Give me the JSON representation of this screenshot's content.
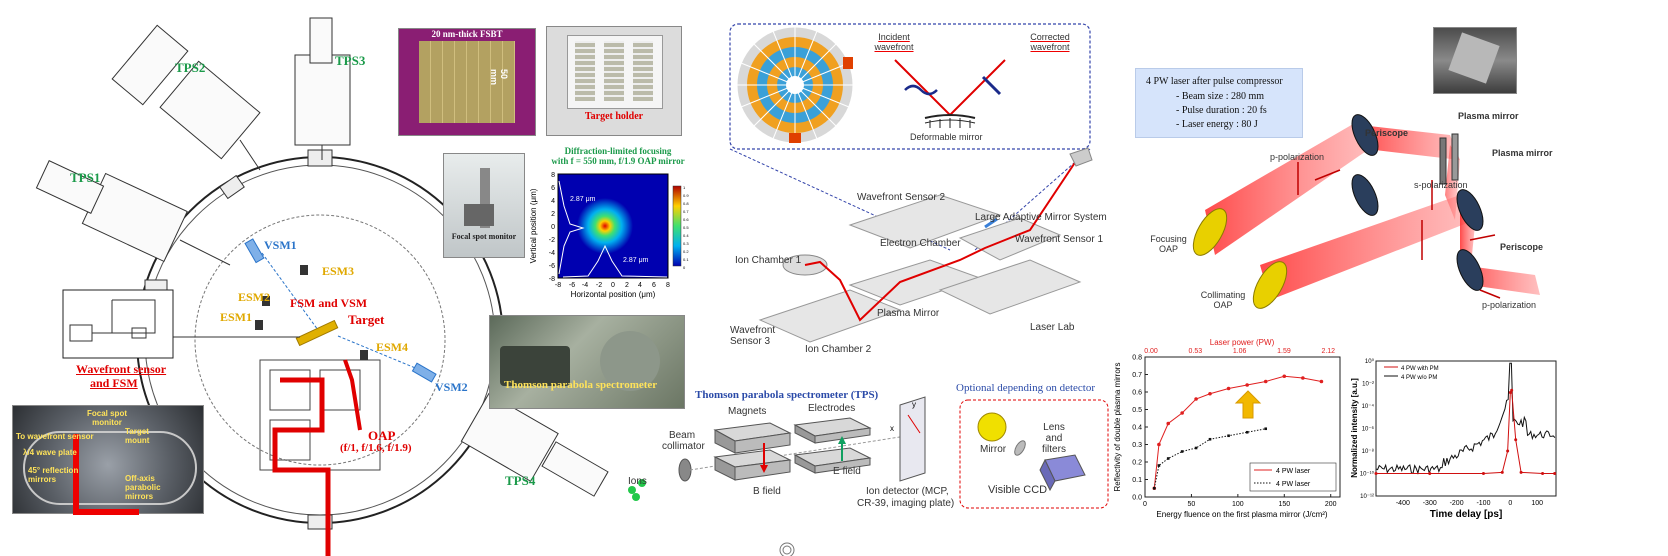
{
  "chamber": {
    "tps": [
      "TPS1",
      "TPS2",
      "TPS3",
      "TPS4"
    ],
    "vsm": [
      "VSM1",
      "VSM2"
    ],
    "esm": [
      "ESM1",
      "ESM2",
      "ESM3",
      "ESM4"
    ],
    "fsm_and_vsm": "FSM and VSM",
    "target": "Target",
    "oap": "OAP",
    "oap_f": "(f/1, f/1.6, f/1.9)",
    "wavefront_fsm_line1": "Wavefront sensor",
    "wavefront_fsm_line2": "and FSM"
  },
  "inset_photo": {
    "focal_spot_monitor": "Focal spot monitor",
    "target_mount": "Target mount",
    "to_wavefront_sensor": "To wavefront sensor",
    "lambda_wave_plate": "λ/4 wave plate",
    "reflection_mirrors": "45° reflection mirrors",
    "off_axis_mirrors": "Off-axis parabolic mirrors"
  },
  "photos": {
    "fsbt_label": "20 nm-thick FSBT",
    "fsbt_dim": "50 mm",
    "target_holder": "Target holder",
    "focal_spot_monitor": "Focal spot monitor",
    "tps_photo_label": "Thomson parabola spectrometer"
  },
  "focus_plot": {
    "title_line1": "Diffraction-limited focusing",
    "title_line2": "with f = 550 mm, f/1.9 OAP mirror",
    "xlabel": "Horizontal position (μm)",
    "ylabel": "Vertical position (μm)",
    "fwhm_v": "2.87 μm",
    "fwhm_h": "2.87 μm",
    "xticks": [
      "-8",
      "-6",
      "-4",
      "-2",
      "0",
      "2",
      "4",
      "6",
      "8"
    ],
    "yticks": [
      "8",
      "6",
      "4",
      "2",
      "0",
      "-2",
      "-4",
      "-6",
      "-8"
    ],
    "cbar": [
      "1",
      "0.9",
      "0.8",
      "0.7",
      "0.6",
      "0.5",
      "0.4",
      "0.3",
      "0.2",
      "0.1",
      "0"
    ]
  },
  "mirror_system": {
    "incident": "Incident wavefront",
    "corrected": "Corrected wavefront",
    "deformable": "Deformable mirror",
    "wfs2": "Wavefront Sensor 2",
    "electron_chamber": "Electron Chamber",
    "lams": "Large Adaptive Mirror System",
    "wfs1": "Wavefront Sensor 1",
    "ion_chamber1": "Ion Chamber 1",
    "plasma_mirror": "Plasma Mirror",
    "wfs3": "Wavefront Sensor 3",
    "ion_chamber2": "Ion Chamber 2",
    "laser_lab": "Laser Lab"
  },
  "tps_diagram": {
    "title": "Thomson parabola spectrometer (TPS)",
    "optional": "Optional depending on detector",
    "ions": "Ions",
    "beam_collimator": "Beam collimator",
    "magnets": "Magnets",
    "electrodes": "Electrodes",
    "b_field": "B field",
    "e_field": "E field",
    "detector_line1": "Ion detector (MCP,",
    "detector_line2": "CR-39, imaging plate)",
    "mirror": "Mirror",
    "lens_filters": "Lens and filters",
    "ccd": "Visible CCD"
  },
  "pulse_box": {
    "line1": "4 PW laser after pulse compressor",
    "line2": "- Beam size : 280 mm",
    "line3": "- Pulse duration : 20 fs",
    "line4": "- Laser energy : 80 J"
  },
  "periscope": {
    "periscope_top": "Periscope",
    "p_pol_top": "p-polarization",
    "plasma_mirror_a": "Plasma mirror",
    "plasma_mirror_b": "Plasma mirror",
    "s_pol": "s-polarization",
    "focusing_oap": "Focusing OAP",
    "collimating_oap": "Collimating OAP",
    "periscope_bottom": "Periscope",
    "p_pol_bottom": "p-polarization"
  },
  "chart_data": [
    {
      "type": "line",
      "title": "",
      "top_axis_label": "Laser power (PW)",
      "top_ticks": [
        "0.00",
        "0.53",
        "1.06",
        "1.59",
        "2.12"
      ],
      "xlabel": "Energy fluence on the first plasma mirror (J/cm²)",
      "ylabel": "Reflectivity of double plasma mirrors",
      "xlim": [
        0,
        210
      ],
      "ylim": [
        0,
        0.8
      ],
      "xticks": [
        0,
        50,
        100,
        150,
        200
      ],
      "yticks": [
        0,
        0.1,
        0.2,
        0.3,
        0.4,
        0.5,
        0.6,
        0.7,
        0.8
      ],
      "series": [
        {
          "name": "4 PW laser",
          "color": "#e02020",
          "style": "solid",
          "x": [
            10,
            15,
            25,
            40,
            55,
            70,
            90,
            110,
            130,
            150,
            170,
            190
          ],
          "y": [
            0.05,
            0.3,
            0.42,
            0.48,
            0.56,
            0.59,
            0.62,
            0.64,
            0.66,
            0.69,
            0.68,
            0.66
          ]
        },
        {
          "name": "4 PW laser",
          "color": "#111111",
          "style": "dotted",
          "x": [
            10,
            15,
            25,
            40,
            55,
            70,
            90,
            110,
            130
          ],
          "y": [
            0.05,
            0.18,
            0.22,
            0.26,
            0.28,
            0.33,
            0.35,
            0.37,
            0.39
          ]
        }
      ]
    },
    {
      "type": "line",
      "title": "",
      "xlabel": "Time delay [ps]",
      "ylabel": "Normalized intensity [a.u.]",
      "xlim": [
        -500,
        170
      ],
      "ylim": [
        1e-12,
        1
      ],
      "xticks": [
        -400,
        -300,
        -200,
        -100,
        0,
        100
      ],
      "ytick_labels": [
        "10⁰",
        "10⁻²",
        "10⁻⁴",
        "10⁻⁶",
        "10⁻⁸",
        "10⁻¹⁰",
        "10⁻¹²"
      ],
      "series": [
        {
          "name": "4 PW with PM",
          "color": "#d01010"
        },
        {
          "name": "4 PW w/o PM",
          "color": "#111111"
        }
      ]
    }
  ],
  "colors": {
    "red": "#e00000",
    "green": "#1b9a4a",
    "gold": "#e0a800",
    "blue": "#2a74c9",
    "box_blue": "#d6e4fb"
  }
}
